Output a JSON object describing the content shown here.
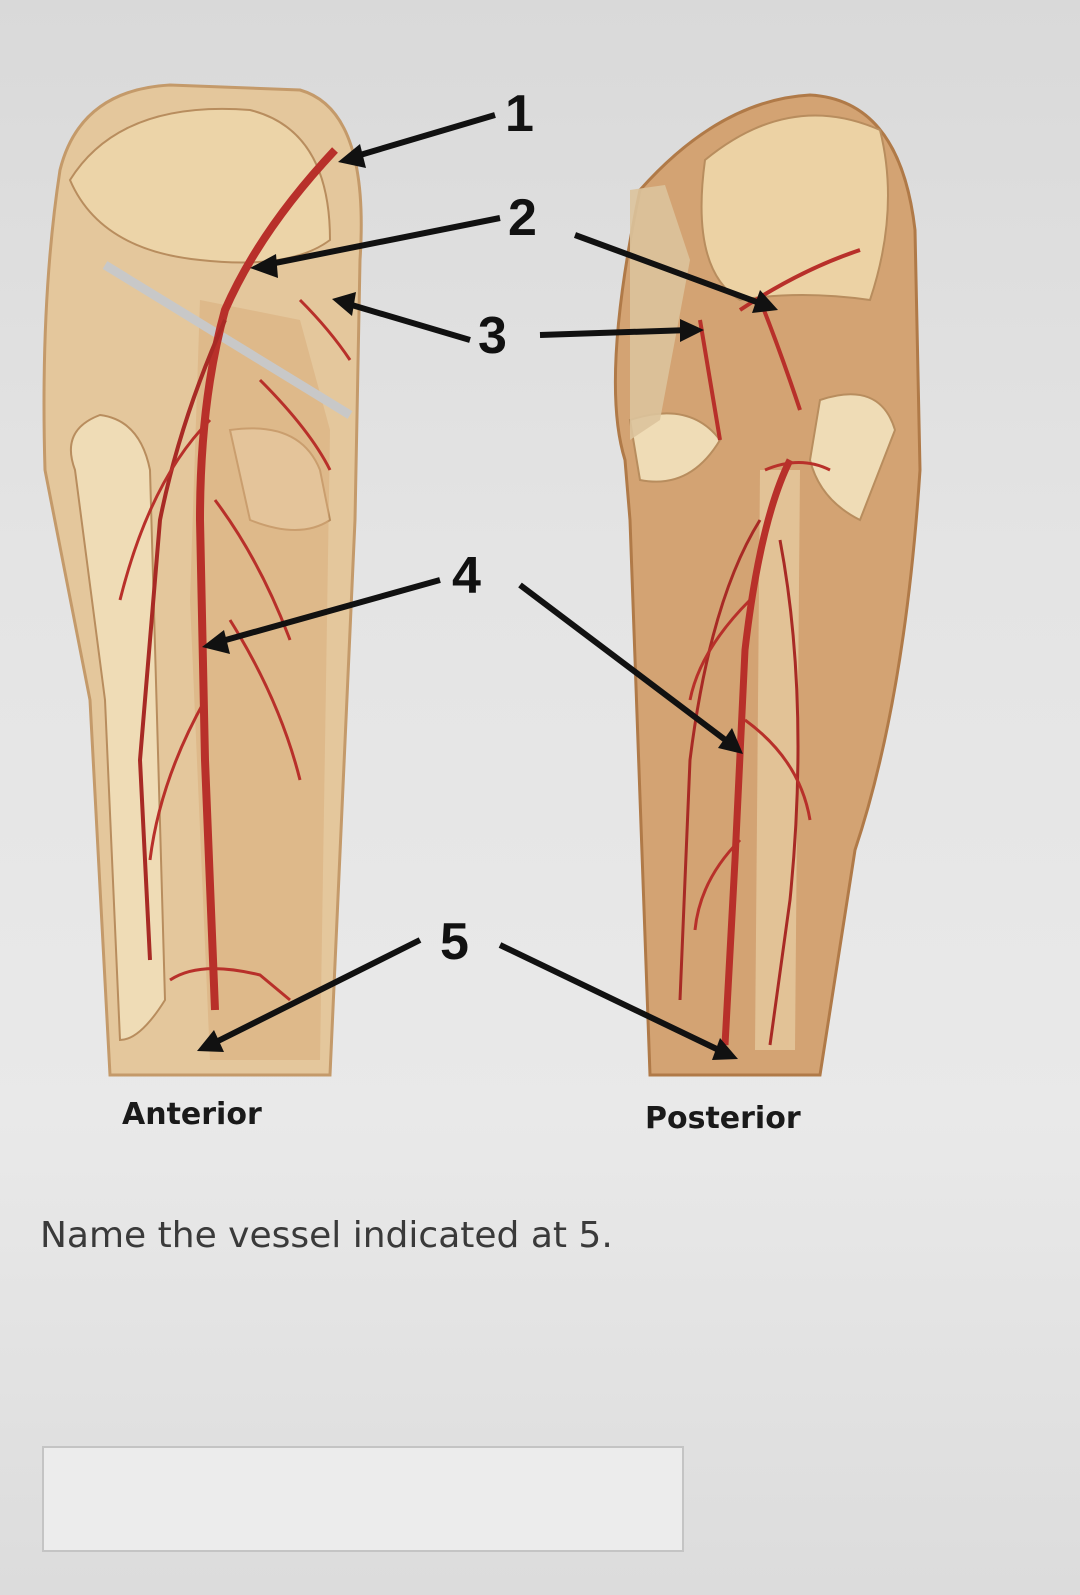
{
  "callouts": [
    "1",
    "2",
    "3",
    "4",
    "5"
  ],
  "view_labels": {
    "anterior": "Anterior",
    "posterior": "Posterior"
  },
  "question": "Name the vessel indicated at 5.",
  "answer_input": {
    "value": "",
    "placeholder": ""
  },
  "colors": {
    "artery": "#b8302a",
    "bone": "#e6c99a",
    "muscle": "#d6a877",
    "background": "#e4e4e4"
  }
}
